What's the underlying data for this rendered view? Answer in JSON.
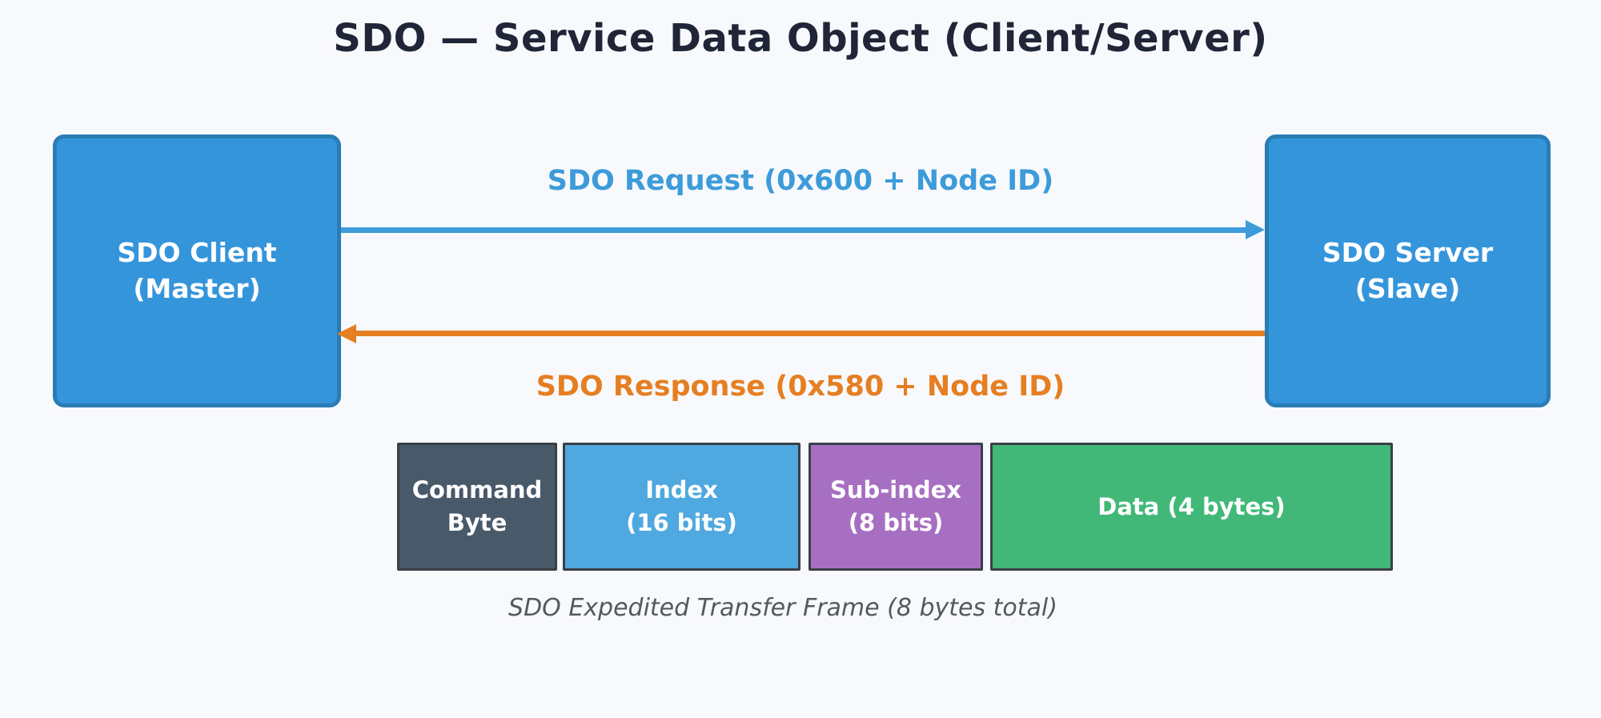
{
  "header": {
    "title": "SDO — Service Data Object (Client/Server)"
  },
  "nodes": {
    "client": {
      "line1": "SDO Client",
      "line2": "(Master)"
    },
    "server": {
      "line1": "SDO Server",
      "line2": "(Slave)"
    }
  },
  "messages": {
    "request": {
      "label": "SDO Request (0x600 + Node ID)",
      "direction": "client-to-server"
    },
    "response": {
      "label": "SDO Response (0x580 + Node ID)",
      "direction": "server-to-client"
    }
  },
  "frame": {
    "fields": [
      {
        "name": "command-byte",
        "line1": "Command",
        "line2": "Byte"
      },
      {
        "name": "index",
        "line1": "Index",
        "line2": "(16 bits)"
      },
      {
        "name": "sub-index",
        "line1": "Sub-index",
        "line2": "(8 bits)"
      },
      {
        "name": "data",
        "line1": "Data (4 bytes)",
        "line2": ""
      }
    ],
    "caption": "SDO Expedited Transfer Frame (8 bytes total)"
  },
  "colors": {
    "background": "#f7f9fc",
    "title_text": "#202537",
    "node_fill": "#3595db",
    "node_border": "#2a7cb5",
    "node_text": "#ffffff",
    "request_accent": "#3d9bd9",
    "response_accent": "#e67e22",
    "field_command_fill": "#485a69",
    "field_index_fill": "#4fa8df",
    "field_subindex_fill": "#a76fc2",
    "field_data_fill": "#41b878",
    "field_border": "#3a3f46",
    "caption_text": "#55595e"
  }
}
